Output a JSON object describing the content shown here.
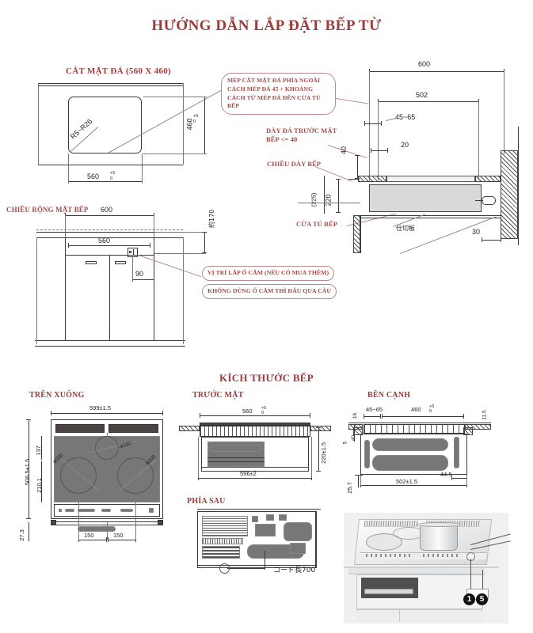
{
  "document": {
    "main_title": "HƯỚNG DẪN LẮP ĐẶT BẾP TỪ",
    "title_color": "#9d3b3b",
    "line_color": "#3a3a3a"
  },
  "section_stone_cut": {
    "title": "CẮT MẶT ĐÁ (560 X 460)",
    "radius_label": "R5~R26",
    "width_dim": "560",
    "width_tol_plus": "+5",
    "width_tol_minus": "0",
    "height_dim": "460",
    "height_tol_plus": "+5",
    "height_tol_minus": "0"
  },
  "callouts": {
    "stone_edge": "MÉP CẮT MẶT ĐÁ PHÍA NGOÀI CÁCH MÉP ĐÁ 45 + KHOẢNG CÁCH TỪ MÉP ĐÁ ĐẾN CỬA TỦ BẾP",
    "stone_thickness": "DÀY ĐÁ TRƯỚC MẶT BẾP <= 40",
    "cooktop_thickness": "CHIỀU DÀY BẾP",
    "cabinet_door": "CỬA TỦ BẾP",
    "socket_position": "VỊ TRÍ LẮP Ổ CẮM (NẾU CÓ MUA THÊM)",
    "no_socket": "KHÔNG DÙNG Ổ CẮM THÌ ĐẤU QUA CẦU",
    "cooktop_width": "CHIỀU RỘNG MẶT BẾP"
  },
  "section_side_install": {
    "dim_600": "600",
    "dim_502": "502",
    "dim_45_65": "45~65",
    "dim_20": "20",
    "dim_40": "40",
    "dim_225": "(225)",
    "dim_220": "220",
    "dim_30": "30",
    "jp_partition": "仕切板"
  },
  "section_cabinet_front": {
    "dim_600": "600",
    "dim_560": "560",
    "dim_90": "90",
    "jp_170": "約170"
  },
  "section_cooktop_dims": {
    "title": "KÍCH THƯỚC BẾP",
    "view_top": "TRÊN XUỐNG",
    "view_front": "TRƯỚC MẶT",
    "view_side": "BÊN CẠNH",
    "view_rear": "PHÍA SAU"
  },
  "top_view": {
    "width": "599±1.5",
    "depth": "506.5±1.5",
    "dim_137": "137",
    "dim_210": "210.1",
    "dim_27": "27.3",
    "dim_150_left": "150",
    "dim_150_right": "150",
    "burner_left": "φ200",
    "burner_center": "φ160",
    "burner_right": "φ200"
  },
  "front_view": {
    "top_width": "560",
    "top_width_tol_plus": "+5",
    "top_width_tol_minus": "0",
    "height": "220±1.5",
    "body_width": "596±2"
  },
  "side_view": {
    "dim_16": "16",
    "dim_45_65": "45~65",
    "dim_460": "460",
    "dim_460_tol_plus": "+5",
    "dim_460_tol_minus": "0",
    "dim_11_5": "11.5",
    "dim_5": "5",
    "dim_40": "40",
    "dim_44_5": "44.5",
    "dim_502": "502±1.5",
    "dim_25_7": "25.7"
  },
  "rear_view": {
    "jp_cord": "コード長700"
  },
  "photo": {
    "badge_1": "1",
    "badge_5": "5"
  }
}
